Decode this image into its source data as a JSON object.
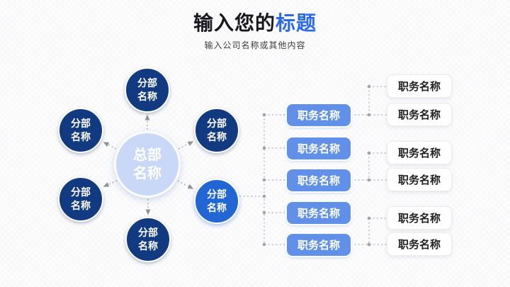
{
  "title": {
    "prefix": "输入您的",
    "highlight": "标题"
  },
  "subtitle": "输入公司名称或其他内容",
  "org": {
    "hub": {
      "label": "总部名称"
    },
    "branches": [
      {
        "label": "分部名称"
      },
      {
        "label": "分部名称"
      },
      {
        "label": "分部名称"
      },
      {
        "label": "分部名称"
      },
      {
        "label": "分部名称"
      },
      {
        "label": "分部名称"
      }
    ]
  },
  "roles": {
    "level1": [
      {
        "label": "职务名称"
      },
      {
        "label": "职务名称"
      },
      {
        "label": "职务名称"
      },
      {
        "label": "职务名称"
      },
      {
        "label": "职务名称"
      }
    ],
    "level2": [
      {
        "label": "职务名称"
      },
      {
        "label": "职务名称"
      },
      {
        "label": "职务名称"
      },
      {
        "label": "职务名称"
      },
      {
        "label": "职务名称"
      },
      {
        "label": "职务名称"
      }
    ]
  },
  "colors": {
    "navy_circle": "#123a80",
    "accent_circle": "#2166d2",
    "hub_fill": "#c8d8f6",
    "button_blue": "#6090e8",
    "title_accent": "#2a6ae9",
    "title_dark": "#17171d",
    "connector_gray": "#aeb1b8"
  }
}
